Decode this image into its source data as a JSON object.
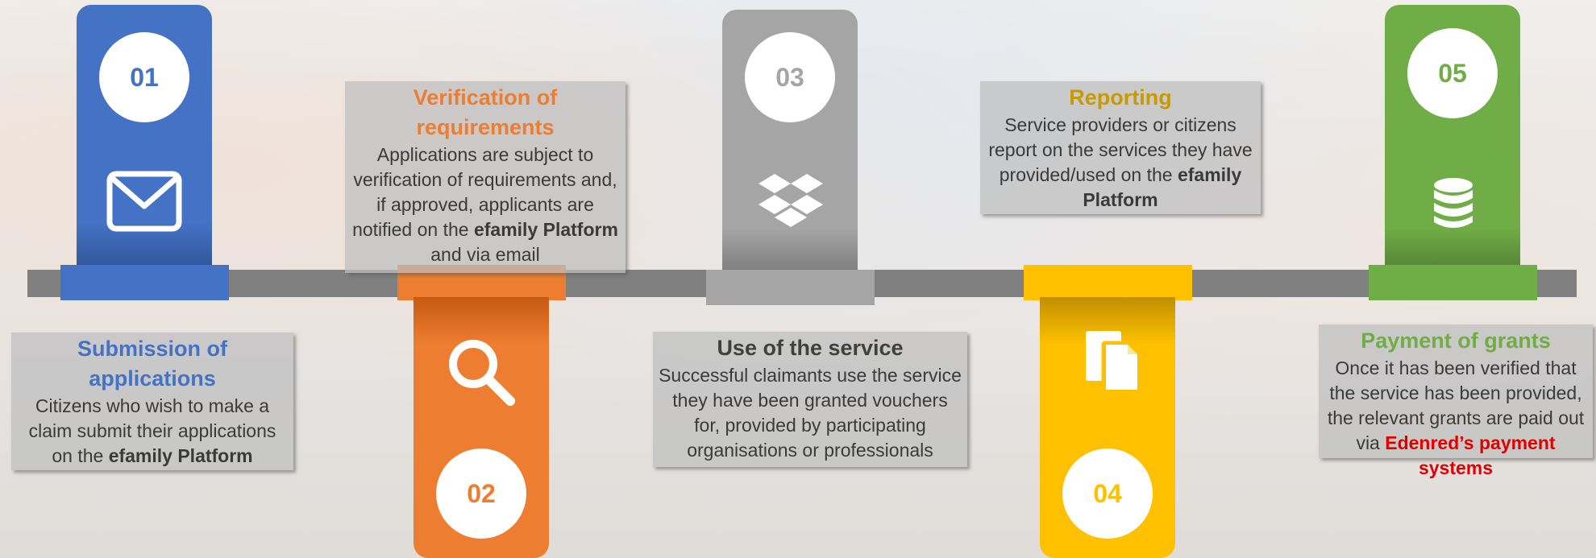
{
  "steps": [
    {
      "number": "01",
      "color": "#4472c4",
      "icon": "envelope-icon",
      "title": "Submission of applications",
      "desc": "Citizens who wish to make a claim submit their applications on the",
      "desc_bold": "efamily Platform",
      "desc_after": ""
    },
    {
      "number": "02",
      "color": "#ed7d31",
      "icon": "magnifier-icon",
      "title": "Verification of requirements",
      "desc": "Applications are subject to verification of requirements and, if approved, applicants are notified on the",
      "desc_bold": "efamily Platform",
      "desc_after": "and via email"
    },
    {
      "number": "03",
      "color": "#a5a5a5",
      "icon": "dropbox-icon",
      "title": "Use of the service",
      "desc": "Successful claimants use the service they have been granted vouchers for, provided by participating organisations or professionals",
      "desc_bold": "",
      "desc_after": ""
    },
    {
      "number": "04",
      "color": "#ffc000",
      "icon": "documents-icon",
      "title": "Reporting",
      "desc": "Service providers or citizens report on the services they have provided/used on the",
      "desc_bold": "efamily Platform",
      "desc_after": ""
    },
    {
      "number": "05",
      "color": "#70ad47",
      "icon": "database-icon",
      "title": "Payment of grants",
      "desc": "Once it has been verified that the service has been provided, the relevant grants are paid out via",
      "desc_bold": "Edenred’s payment systems",
      "desc_highlight_color": "#e00000",
      "desc_after": ""
    }
  ]
}
